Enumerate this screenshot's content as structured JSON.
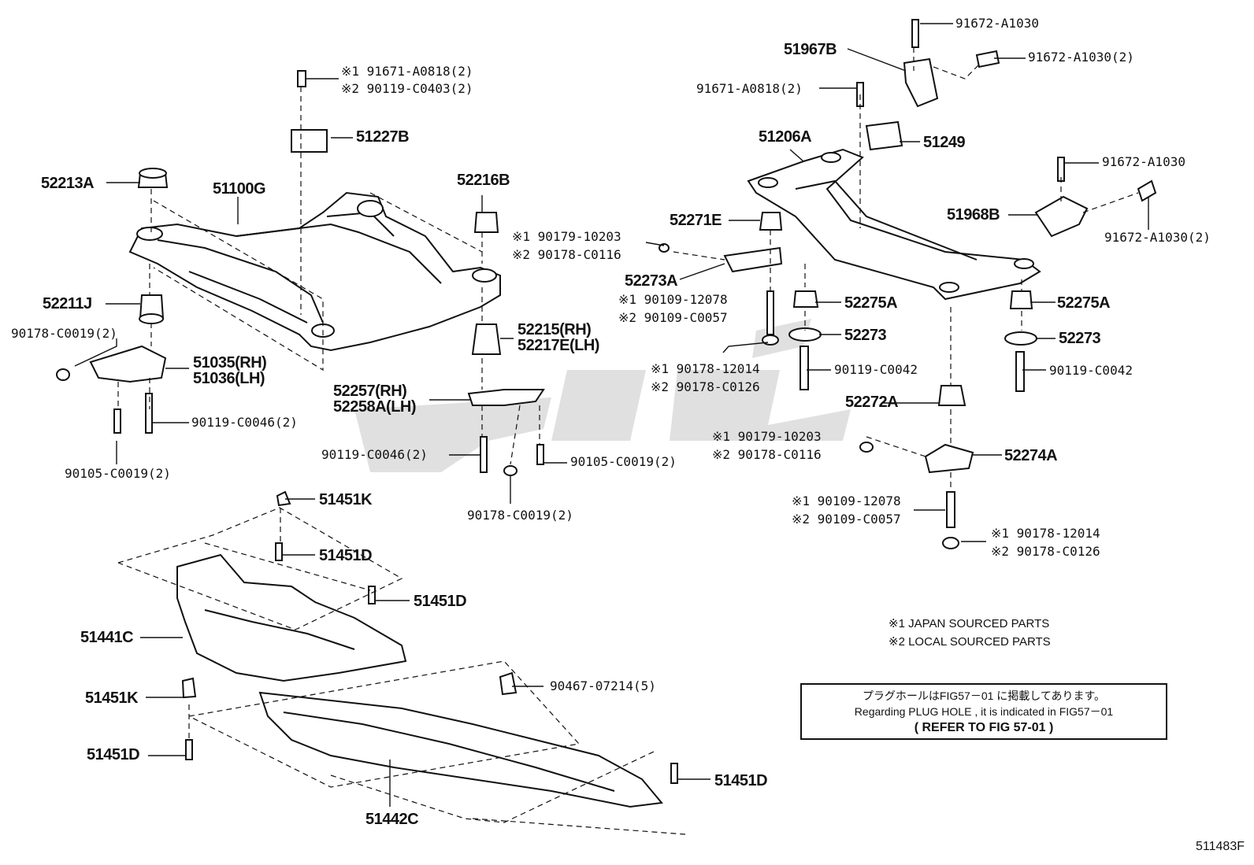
{
  "callouts": {
    "p51100G": "51100G",
    "p52213A": "52213A",
    "p52211J": "52211J",
    "p90178_C0019_2_left": "90178-C0019(2)",
    "p51035RH": "51035(RH)",
    "p51036LH": "51036(LH)",
    "p90119_C0046_2_left": "90119-C0046(2)",
    "p90105_C0019_2_left": "90105-C0019(2)",
    "p51227B": "51227B",
    "bolt_top_1": "※1 91671-A0818(2)",
    "bolt_top_2": "※2 90119-C0403(2)",
    "p52216B": "52216B",
    "nut_mid_1": "※1 90179-10203",
    "nut_mid_2": "※2 90178-C0116",
    "p52215RH": "52215(RH)",
    "p52217ELH": "52217E(LH)",
    "p52257RH": "52257(RH)",
    "p52258ALH": "52258A(LH)",
    "p90119_C0046_2_mid": "90119-C0046(2)",
    "p90105_C0019_2_mid": "90105-C0019(2)",
    "p90178_C0019_2_mid": "90178-C0019(2)",
    "p51451K_top": "51451K",
    "p51451D_a": "51451D",
    "p51451D_b": "51451D",
    "p51441C": "51441C",
    "p51451K_bot": "51451K",
    "p51451D_c": "51451D",
    "p90467": "90467-07214(5)",
    "p51451D_d": "51451D",
    "p51442C": "51442C",
    "p91672_A1030_top": "91672-A1030",
    "p51967B": "51967B",
    "p91672_A1030_2_top": "91672-A1030(2)",
    "p91671_A0818_2": "91671-A0818(2)",
    "p51206A": "51206A",
    "p51249": "51249",
    "p91672_A1030_mid": "91672-A1030",
    "p51968B": "51968B",
    "p91672_A1030_2_mid": "91672-A1030(2)",
    "p52271E": "52271E",
    "p52273A": "52273A",
    "stud_1": "※1 90109-12078",
    "stud_2": "※2 90109-C0057",
    "p52275A_left": "52275A",
    "p52275A_right": "52275A",
    "p52273_left": "52273",
    "p52273_right": "52273",
    "nut_r_1": "※1 90178-12014",
    "nut_r_2": "※2 90178-C0126",
    "p90119_C0042_left": "90119-C0042",
    "p90119_C0042_right": "90119-C0042",
    "p52272A": "52272A",
    "nut_r2_1": "※1 90179-10203",
    "nut_r2_2": "※2 90178-C0116",
    "p52274A": "52274A",
    "stud_b_1": "※1 90109-12078",
    "stud_b_2": "※2 90109-C0057",
    "nut_b_1": "※1 90178-12014",
    "nut_b_2": "※2 90178-C0126"
  },
  "notes": {
    "japan": "※1 JAPAN SOURCED PARTS",
    "local": "※2 LOCAL SOURCED PARTS"
  },
  "reference_box": {
    "line_jp": "プラグホールはFIG57－01 に掲載してあります。",
    "line_en": "Regarding  PLUG HOLE , it is indicated in FIG57－01",
    "line_ref": "(  REFER TO FIG 57-01  )"
  },
  "figure_id": "511483F"
}
